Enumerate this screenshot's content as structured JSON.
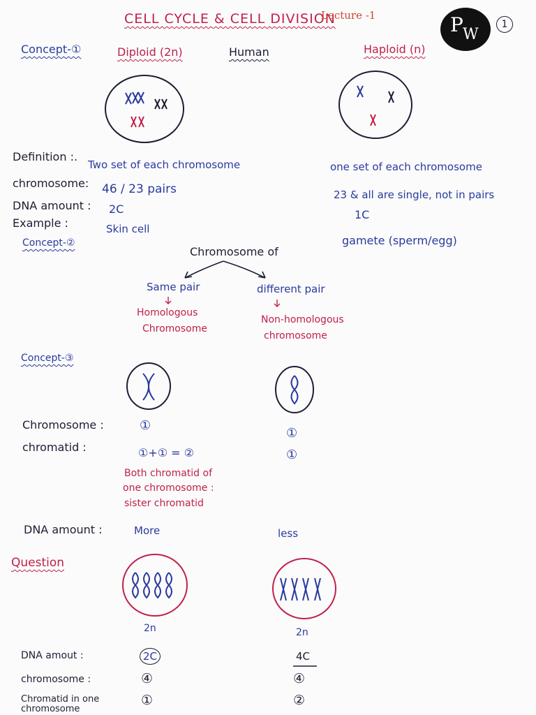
{
  "header": {
    "title": "CELL CYCLE & CELL DIVISION",
    "lecture": "Lecture -1",
    "page_number": "1",
    "logo_letters": [
      "P",
      "W"
    ]
  },
  "concept1": {
    "label": "Concept-①",
    "diploid": "Diploid (2n)",
    "human": "Human",
    "haploid": "Haploid (n)",
    "rows": [
      {
        "label": "Definition :.",
        "diploid": "Two set of each chromosome",
        "haploid": "one set of each chromosome"
      },
      {
        "label": "chromosome:",
        "diploid": "46 / 23 pairs",
        "haploid": "23 & all are single, not in pairs"
      },
      {
        "label": "DNA amount :",
        "diploid": "2C",
        "haploid": "1C"
      },
      {
        "label": "Example :",
        "diploid": "Skin cell",
        "haploid": "gamete (sperm/egg)"
      }
    ]
  },
  "concept2": {
    "label": "Concept-②",
    "root": "Chromosome of",
    "left_branch": "Same pair",
    "right_branch": "different pair",
    "left_result": [
      "Homologous",
      "Chromosome"
    ],
    "right_result": [
      "Non-homologous",
      "chromosome"
    ]
  },
  "concept3": {
    "label": "Concept-③",
    "rows": [
      {
        "label": "Chromosome :",
        "left": "①",
        "right": "①"
      },
      {
        "label": "chromatid :",
        "left": "①+① = ②",
        "right": "①"
      }
    ],
    "note": [
      "Both chromatid of",
      "one chromosome :",
      "sister chromatid"
    ],
    "dna_label": "DNA amount :",
    "dna_left": "More",
    "dna_right": "less"
  },
  "question": {
    "label": "Question",
    "left_cell": "2n",
    "right_cell": "2n",
    "rows": [
      {
        "label": "DNA amout :",
        "left": "2C",
        "right": "4C"
      },
      {
        "label": "chromosome :",
        "left": "④",
        "right": "④"
      },
      {
        "label": "Chromatid in one chromosome",
        "left": "①",
        "right": "②"
      }
    ]
  },
  "colors": {
    "ink_blue": "#2a3a9c",
    "ink_red": "#c02048",
    "ink_dark": "#1c1f33"
  }
}
